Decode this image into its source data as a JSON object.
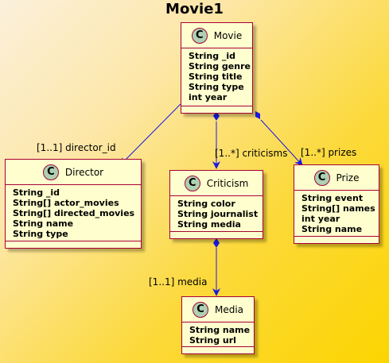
{
  "diagram": {
    "title": "Movie1",
    "classes": {
      "movie": {
        "badge": "C",
        "name": "Movie",
        "attributes": [
          "String _id",
          "String genre",
          "String title",
          "String type",
          "int year"
        ]
      },
      "director": {
        "badge": "C",
        "name": "Director",
        "attributes": [
          "String _id",
          "String[] actor_movies",
          "String[] directed_movies",
          "String name",
          "String type"
        ]
      },
      "criticism": {
        "badge": "C",
        "name": "Criticism",
        "attributes": [
          "String color",
          "String journalist",
          "String media"
        ]
      },
      "prize": {
        "badge": "C",
        "name": "Prize",
        "attributes": [
          "String event",
          "String[] names",
          "int year",
          "String name"
        ]
      },
      "media": {
        "badge": "C",
        "name": "Media",
        "attributes": [
          "String name",
          "String url"
        ]
      }
    },
    "relations": {
      "director": "[1..1] director_id",
      "criticisms": "[1..*] criticisms",
      "prizes": "[1..*] prizes",
      "media": "[1..1] media"
    },
    "colors": {
      "class_fill": "#FEFECE",
      "class_border": "#A80036",
      "badge_fill": "#ADD1B2",
      "arrow": "#1A1AE6"
    }
  }
}
